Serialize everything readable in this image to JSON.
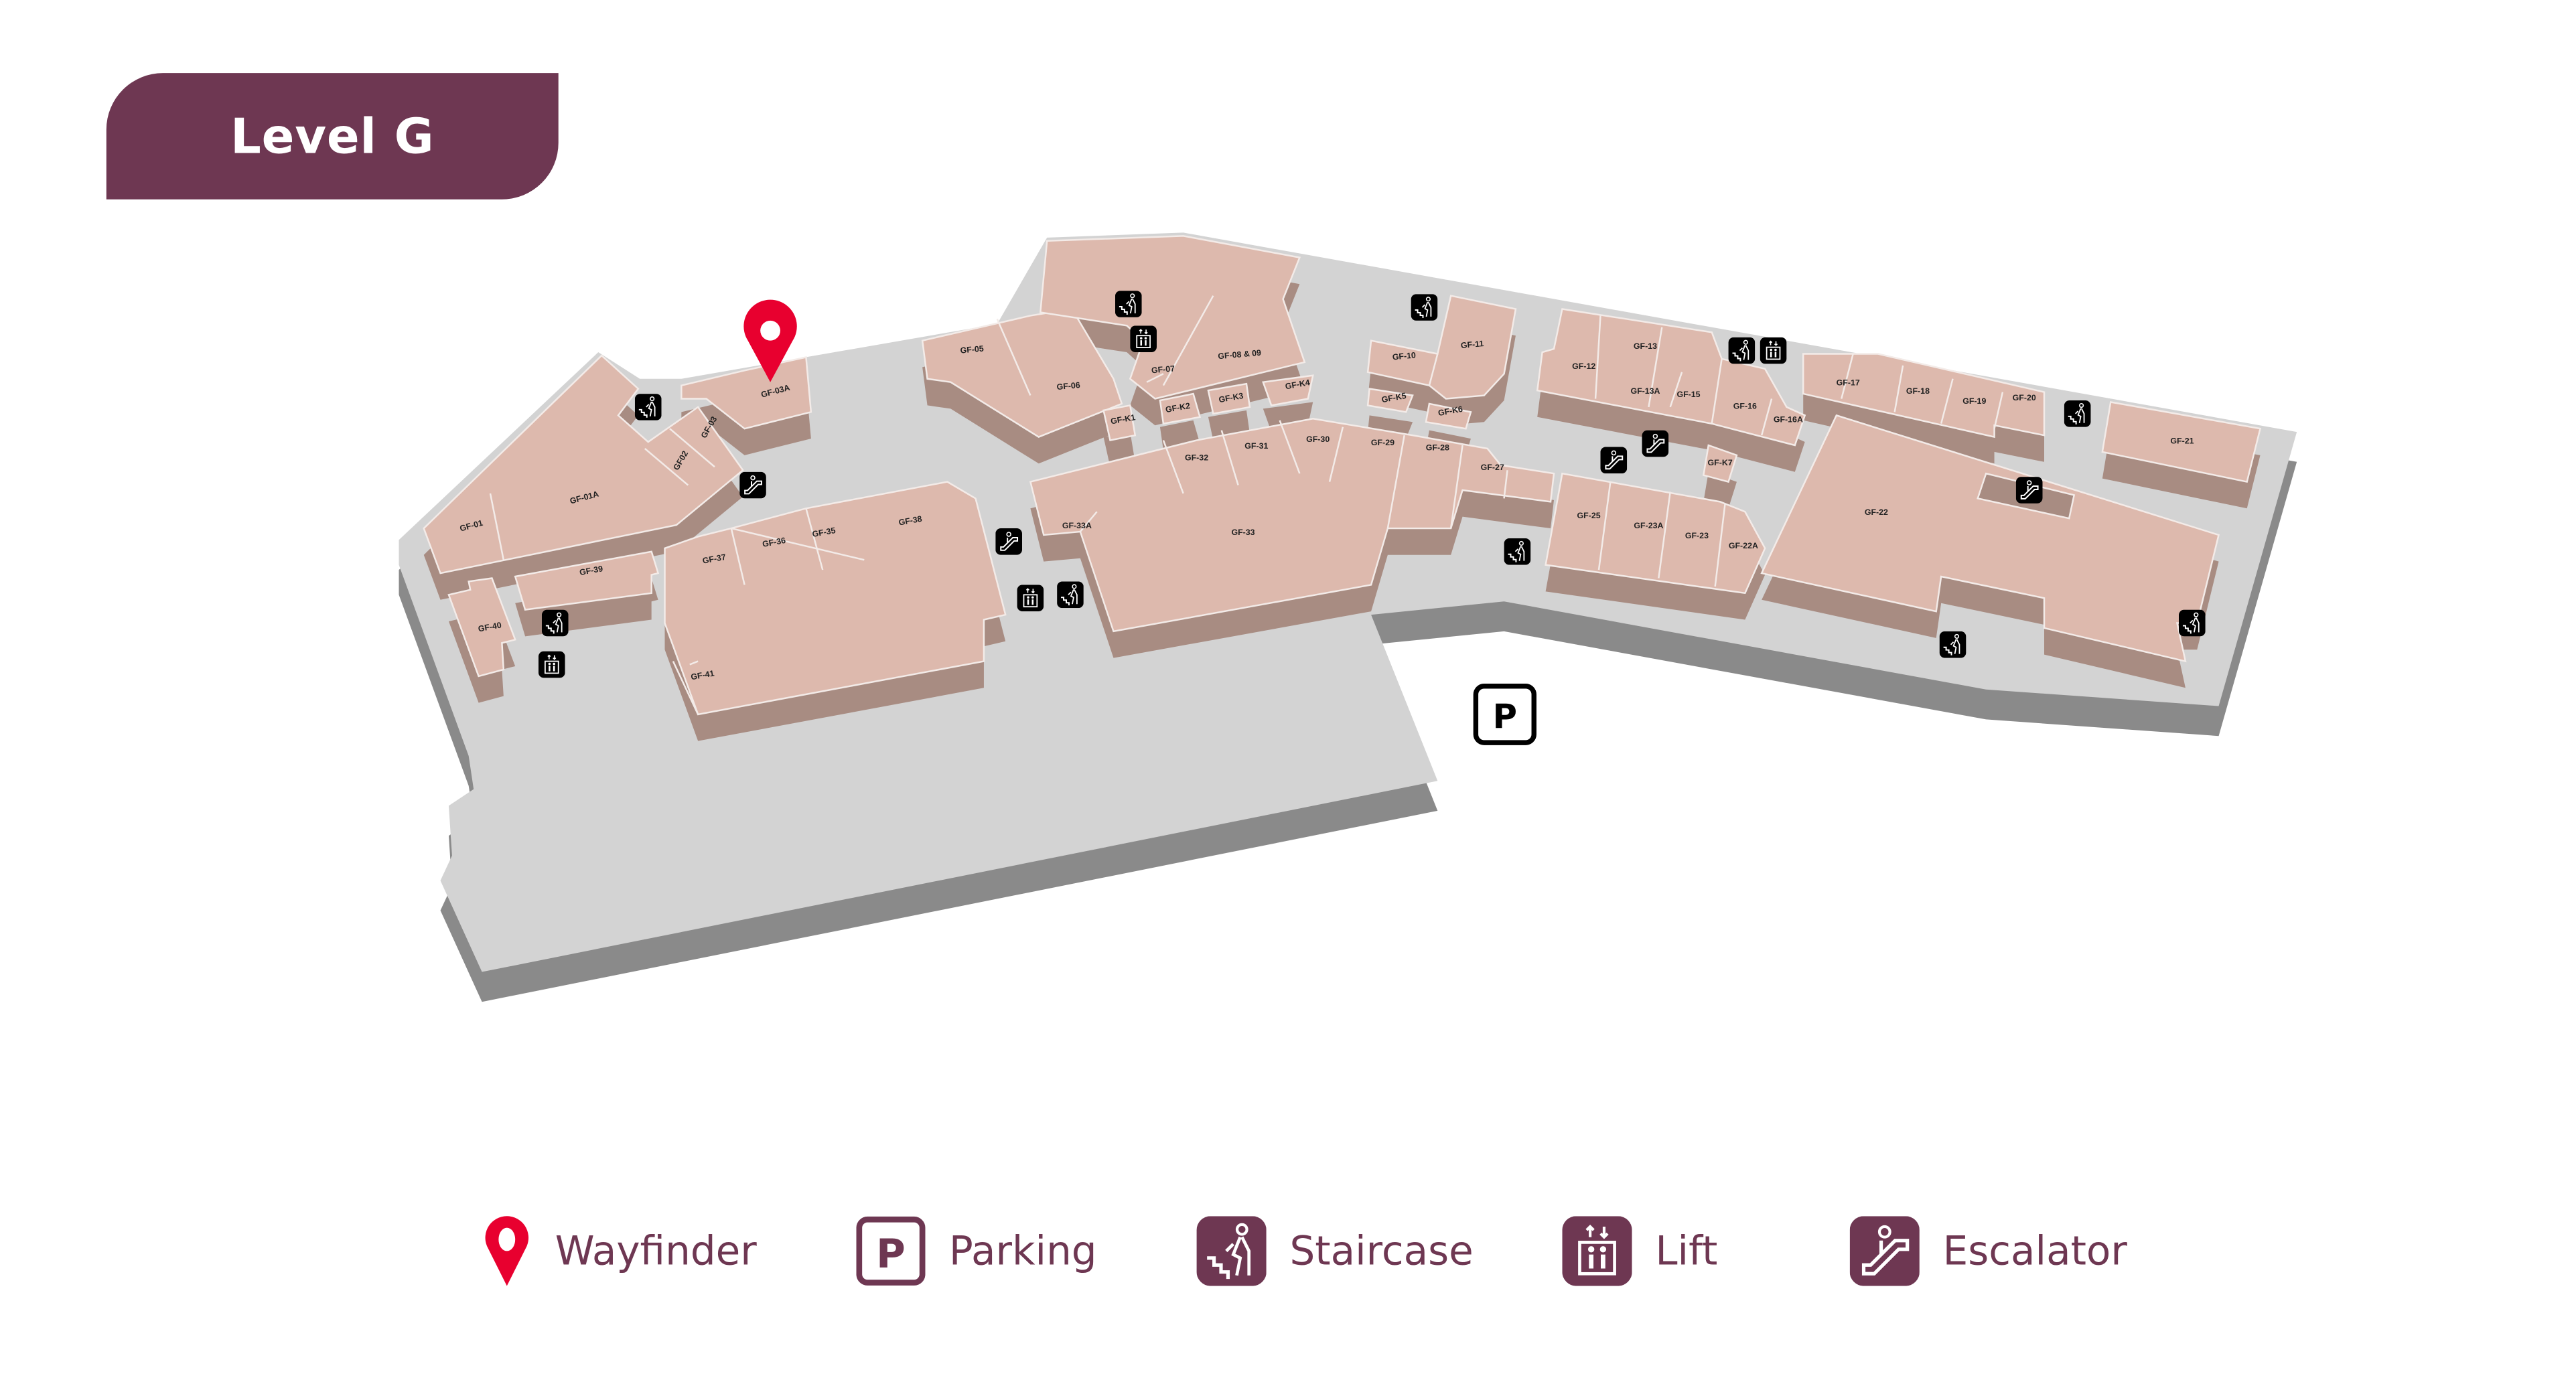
{
  "header": {
    "level_title": "Level G"
  },
  "map": {
    "units": [
      "GF-01",
      "GF-01A",
      "GF02",
      "GF-03",
      "GF-03A",
      "GF-05",
      "GF-06",
      "GF-07",
      "GF-08 & 09",
      "GF-K1",
      "GF-K2",
      "GF-K3",
      "GF-K4",
      "GF-10",
      "GF-11",
      "GF-K5",
      "GF-K6",
      "GF-33A",
      "GF-33",
      "GF-32",
      "GF-31",
      "GF-30",
      "GF-29",
      "GF-28",
      "GF-27",
      "GF-12",
      "GF-13",
      "GF-13A",
      "GF-15",
      "GF-16",
      "GF-16A",
      "GF-K7",
      "GF-17",
      "GF-18",
      "GF-19",
      "GF-20",
      "GF-21",
      "GF-22",
      "GF-25",
      "GF-23A",
      "GF-23",
      "GF-22A",
      "GF-37",
      "GF-36",
      "GF-35",
      "GF-38",
      "GF-41",
      "GF-39",
      "GF-40"
    ],
    "parking_symbol": "P"
  },
  "legend": {
    "items": [
      {
        "icon": "wayfinder-pin-icon",
        "label": "Wayfinder"
      },
      {
        "icon": "parking-icon",
        "label": "Parking",
        "symbol": "P"
      },
      {
        "icon": "staircase-icon",
        "label": "Staircase"
      },
      {
        "icon": "lift-icon",
        "label": "Lift"
      },
      {
        "icon": "escalator-icon",
        "label": "Escalator"
      }
    ]
  },
  "colors": {
    "brand": "#6e3752",
    "pin": "#e8002f",
    "shop": "#ddb9ad",
    "shop_side": "#a88c82",
    "floor": "#d3d3d3",
    "floor_side": "#8a8a8a"
  }
}
